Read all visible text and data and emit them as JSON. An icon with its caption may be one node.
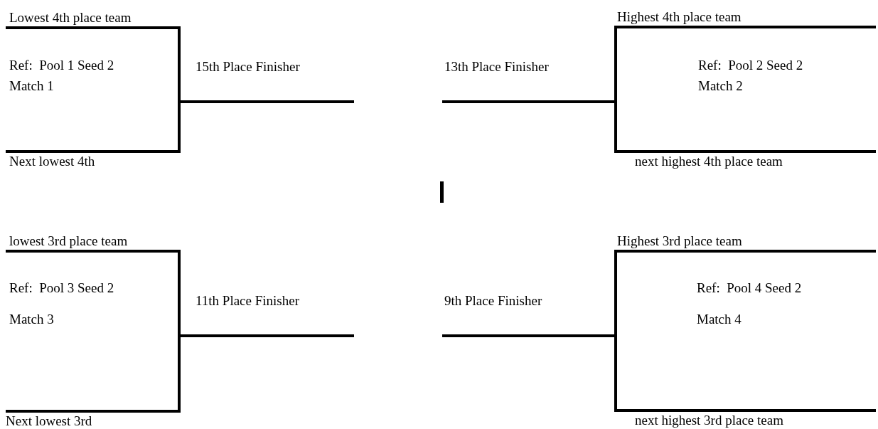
{
  "diagram": {
    "nodes": [
      {
        "text": [
          "Lowest 4th place team"
        ]
      },
      {
        "text": [
          "Next lowest 4th"
        ]
      },
      {
        "text": [
          "15th Place Finisher"
        ]
      },
      {
        "text": [
          "13th Place Finisher"
        ]
      },
      {
        "text": [
          "Highest 4th place team"
        ]
      },
      {
        "text": [
          "next highest 4th place team"
        ]
      },
      {
        "text": [
          "lowest 3rd place team"
        ]
      },
      {
        "text": [
          "Next lowest 3rd"
        ]
      },
      {
        "text": [
          "11th Place Finisher"
        ]
      },
      {
        "text": [
          "9th Place Finisher"
        ]
      },
      {
        "text": [
          "Highest 3rd place team"
        ]
      },
      {
        "text": [
          "next highest 3rd place team"
        ]
      }
    ],
    "edges": [
      {
        "from": 0,
        "to": 2,
        "arrow": "none"
      },
      {
        "from": 1,
        "to": 2,
        "arrow": "none"
      },
      {
        "from": 4,
        "to": 3,
        "arrow": "none"
      },
      {
        "from": 5,
        "to": 3,
        "arrow": "none"
      },
      {
        "from": 6,
        "to": 8,
        "arrow": "none"
      },
      {
        "from": 7,
        "to": 8,
        "arrow": "none"
      },
      {
        "from": 10,
        "to": 9,
        "arrow": "none"
      },
      {
        "from": 11,
        "to": 9,
        "arrow": "none"
      }
    ],
    "labels": [
      "Ref:  Pool 1 Seed 2",
      "Match 1",
      "Ref:  Pool 2 Seed 2",
      "Match 2",
      "Ref:  Pool 3 Seed 2",
      "Match 3",
      "Ref:  Pool 4 Seed 2",
      "Match 4"
    ]
  }
}
